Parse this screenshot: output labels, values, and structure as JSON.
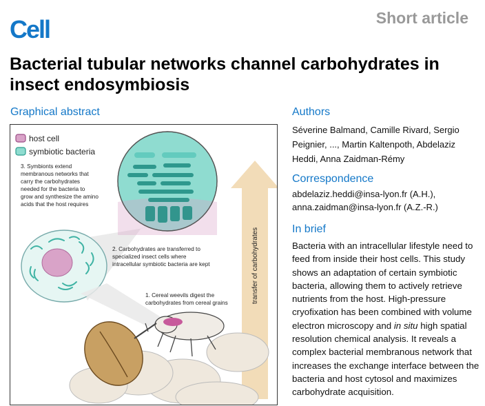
{
  "journal": "Cell",
  "article_type": "Short article",
  "title": "Bacterial tubular networks channel carbohydrates in insect endosymbiosis",
  "graphical_abstract": {
    "heading": "Graphical abstract",
    "legend": {
      "host_cell": "host cell",
      "symbiotic_bacteria": "symbiotic bacteria",
      "host_cell_color": "#d9a3c8",
      "bacteria_color": "#8fdcd0"
    },
    "step3": [
      "3. Symbionts extend",
      "membranous networks that",
      "carry the carbohydrates",
      "needed for the bacteria to",
      "grow and synthesize the amino",
      "acids that the host requires"
    ],
    "step2": [
      "2. Carbohydrates are transferred to",
      "specialized insect cells where",
      "intracellular symbiotic bacteria are kept"
    ],
    "step1": [
      "1. Cereal weevils digest the",
      "carbohydrates from cereal grains"
    ],
    "arrow_label": "transfer of carbohydrates",
    "arrow_color": "#f2dcb8"
  },
  "authors": {
    "heading": "Authors",
    "names": "Séverine Balmand, Camille Rivard, Sergio Peignier, ..., Martin Kaltenpoth, Abdelaziz Heddi, Anna Zaidman-Rémy"
  },
  "correspondence": {
    "heading": "Correspondence",
    "line1": "abdelaziz.heddi@insa-lyon.fr (A.H.),",
    "line2": "anna.zaidman@insa-lyon.fr (A.Z.-R.)"
  },
  "in_brief": {
    "heading": "In brief",
    "text_before": "Bacteria with an intracellular lifestyle need to feed from inside their host cells. This study shows an adaptation of certain symbiotic bacteria, allowing them to actively retrieve nutrients from the host. High-pressure cryofixation has been combined with volume electron microscopy and ",
    "text_italic": "in situ",
    "text_after": " high spatial resolution chemical analysis. It reveals a complex bacterial membranous network that increases the exchange interface between the bacteria and host cytosol and maximizes carbohydrate acquisition."
  }
}
